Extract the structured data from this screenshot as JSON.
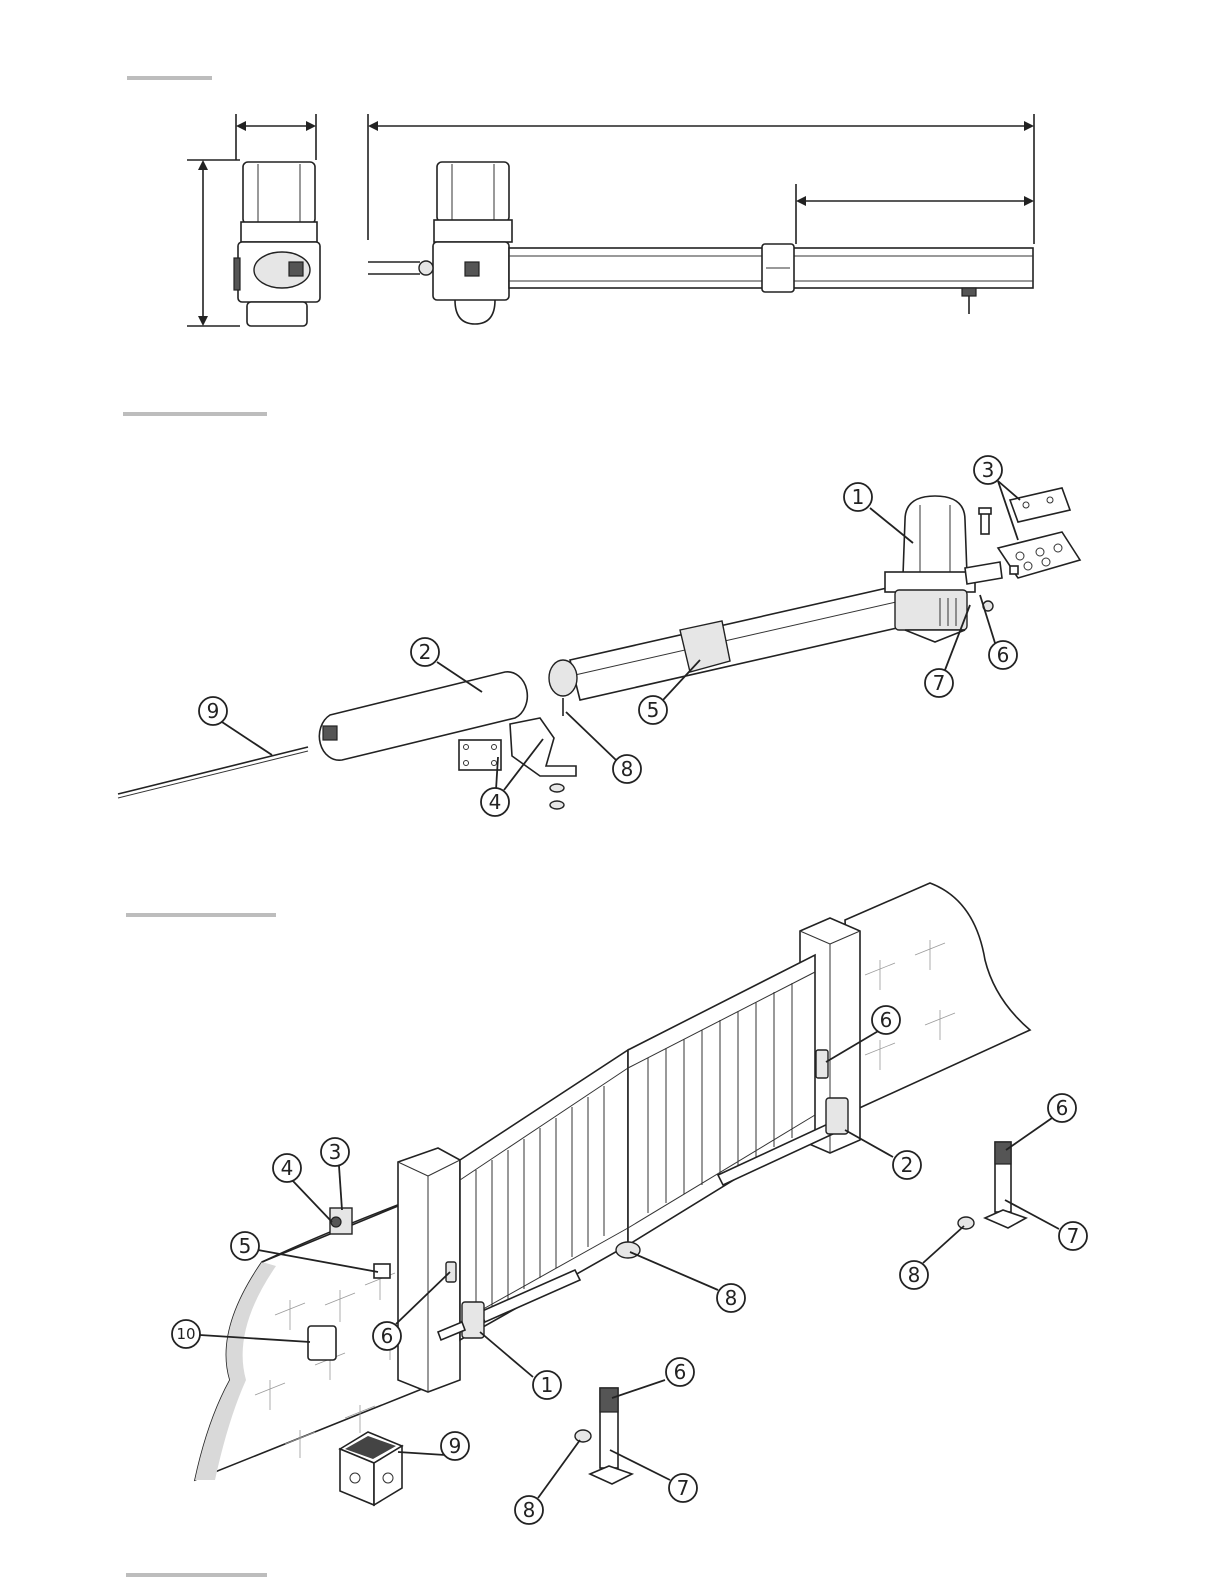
{
  "figures": [
    {
      "id": "dimensions",
      "label": ""
    },
    {
      "id": "components",
      "label": ""
    },
    {
      "id": "installation",
      "label": ""
    }
  ],
  "components_callouts": [
    "1",
    "2",
    "3",
    "4",
    "5",
    "6",
    "7",
    "8",
    "9"
  ],
  "installation_callouts": [
    "1",
    "2",
    "3",
    "4",
    "5",
    "6",
    "6",
    "6",
    "6",
    "7",
    "7",
    "8",
    "8",
    "8",
    "9",
    "10"
  ],
  "colors": {
    "line": "#222222",
    "rule": "#bdbdbd",
    "fill_grey": "#e6e6e6",
    "mesh": "#444444"
  }
}
